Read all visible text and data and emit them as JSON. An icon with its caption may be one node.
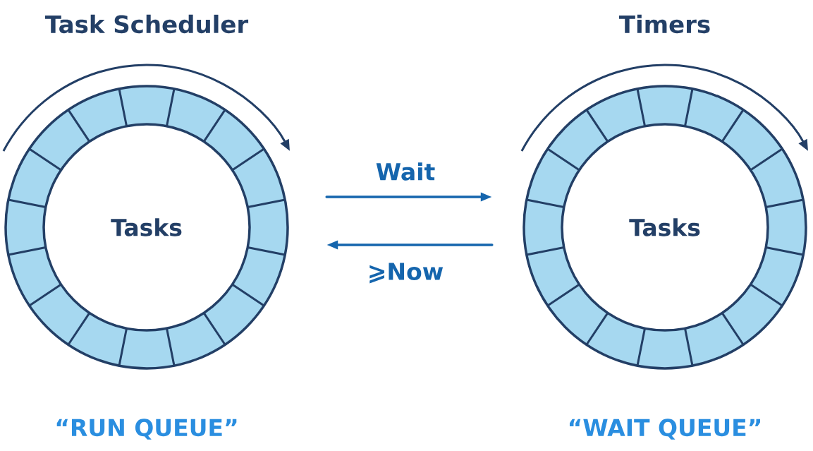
{
  "diagram": {
    "nodes": [
      {
        "text": [
          "Task Scheduler",
          "Tasks",
          "“RUN QUEUE”"
        ]
      },
      {
        "text": [
          "Timers",
          "Tasks",
          "“WAIT QUEUE”"
        ]
      }
    ],
    "edges": [
      {
        "from": 0,
        "to": 1,
        "arrow": "to",
        "label": "Wait"
      },
      {
        "from": 1,
        "to": 0,
        "arrow": "to",
        "label": "⩾Now"
      }
    ]
  }
}
